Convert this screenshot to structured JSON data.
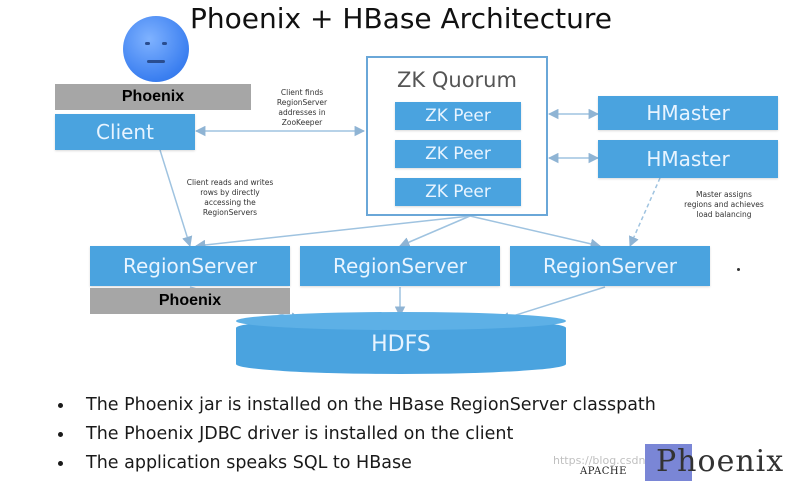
{
  "title": "Phoenix + HBase Architecture",
  "client": {
    "phoenix_label": "Phoenix",
    "client_label": "Client",
    "note_find": "Client finds RegionServer addresses in ZooKeeper",
    "note_rw": "Client reads and writes rows by directly accessing the RegionServers"
  },
  "zk": {
    "title": "ZK Quorum",
    "peers": [
      "ZK Peer",
      "ZK Peer",
      "ZK Peer"
    ]
  },
  "hmaster": {
    "labels": [
      "HMaster",
      "HMaster"
    ],
    "note": "Master assigns regions and achieves load balancing"
  },
  "region_servers": [
    "RegionServer",
    "RegionServer",
    "RegionServer"
  ],
  "rs_phoenix_label": "Phoenix",
  "hdfs_label": "HDFS",
  "bullets": [
    "The Phoenix jar is installed on the HBase RegionServer classpath",
    "The Phoenix JDBC driver is installed on the client",
    "The application speaks SQL to HBase"
  ],
  "watermark": "https://blog.csdn.net/...",
  "logo": {
    "apache": "APACHE",
    "word": "Phoenix"
  },
  "colors": {
    "box_blue": "#4aa3df",
    "gray_bar": "#a6a6a6",
    "line": "#9fc3e0"
  }
}
